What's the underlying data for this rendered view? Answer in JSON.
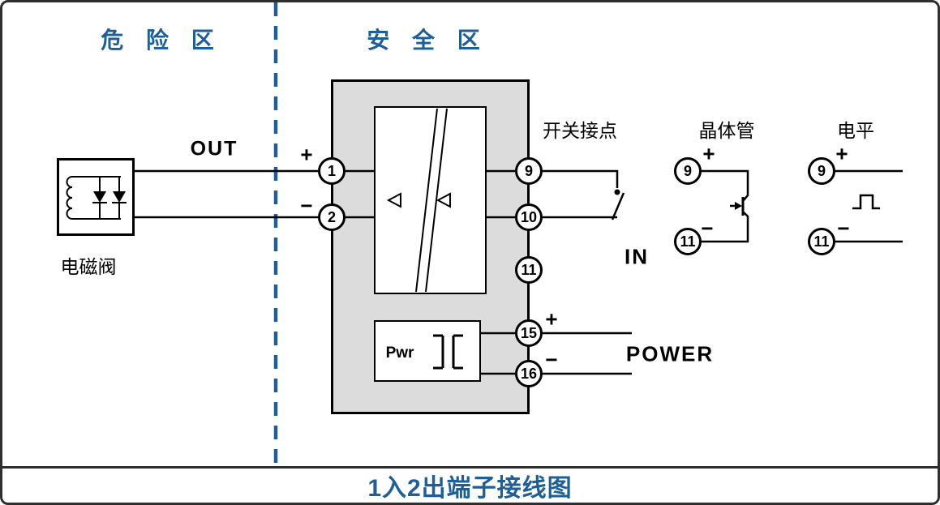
{
  "title": "1入2出端子接线图",
  "zones": {
    "hazardous": "危 险 区",
    "safe": "安 全 区"
  },
  "labels": {
    "out": "OUT",
    "in": "IN",
    "power": "POWER",
    "pwr": "Pwr",
    "solenoid_valve": "电磁阀",
    "switch_contact": "开关接点",
    "transistor": "晶体管",
    "level": "电平"
  },
  "signs": {
    "plus": "+",
    "minus": "−"
  },
  "terminals": {
    "t1": "1",
    "t2": "2",
    "t9": "9",
    "t10": "10",
    "t11": "11",
    "t15": "15",
    "t16": "16",
    "transistor_9": "9",
    "transistor_11": "11",
    "level_9": "9",
    "level_11": "11"
  },
  "colors": {
    "blue": "#1d5f96",
    "module_fill": "#dcdcdc",
    "line": "#000000"
  }
}
